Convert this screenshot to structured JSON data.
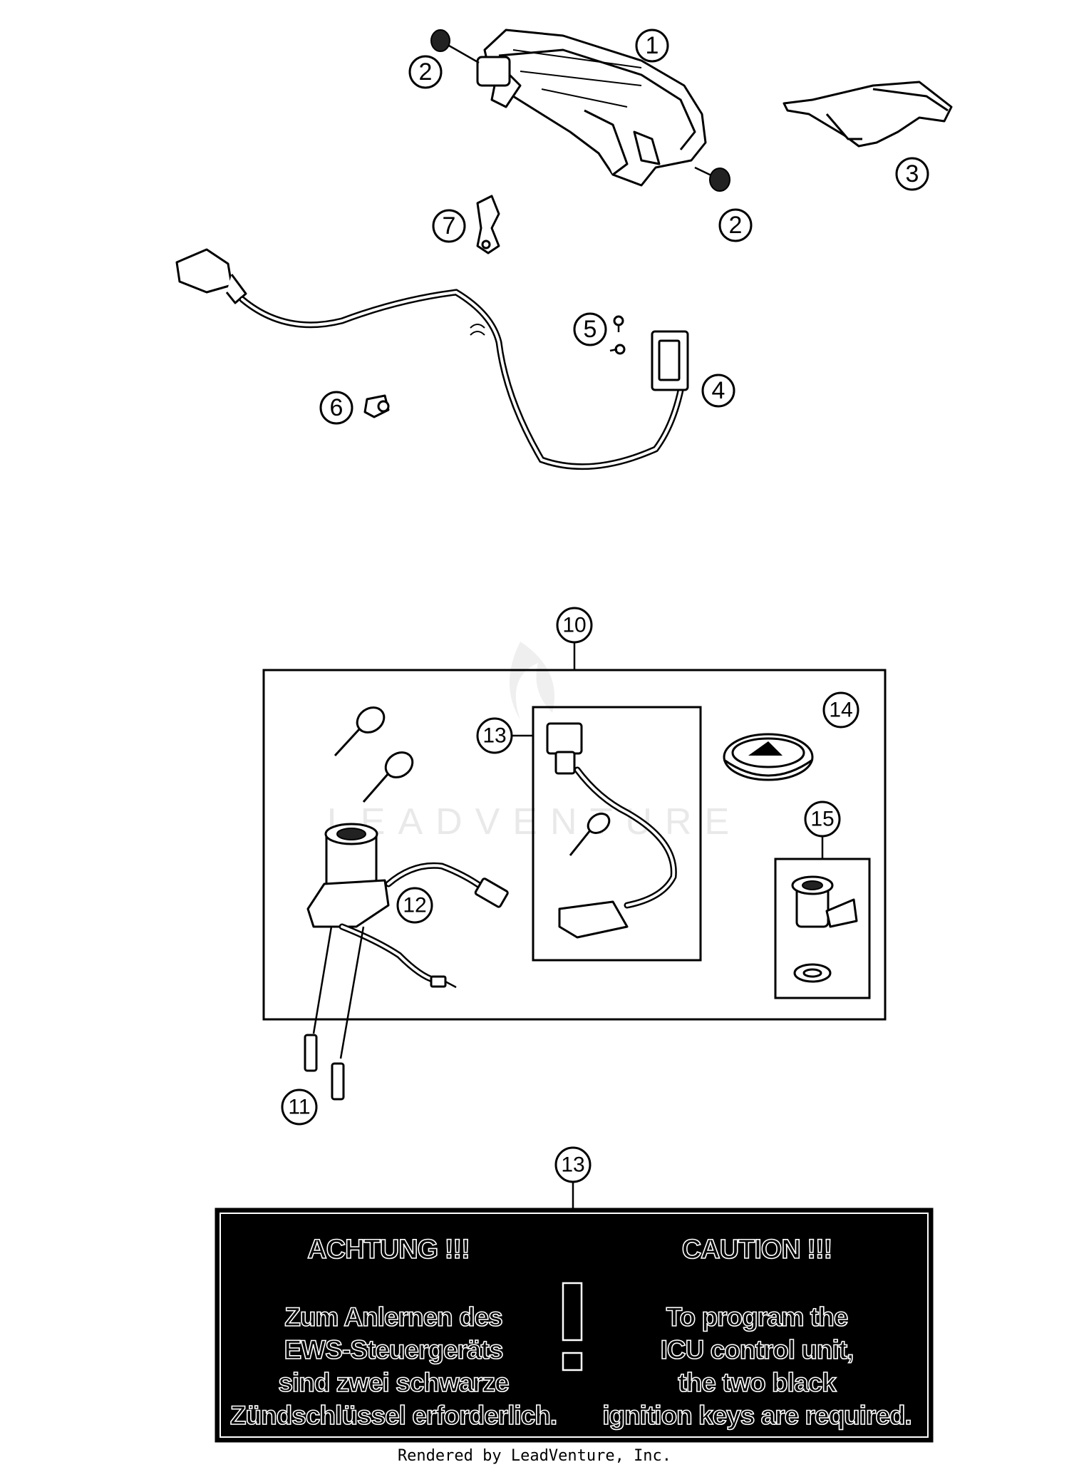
{
  "callouts": [
    {
      "id": "c1",
      "label": "1"
    },
    {
      "id": "c2a",
      "label": "2"
    },
    {
      "id": "c2b",
      "label": "2"
    },
    {
      "id": "c3",
      "label": "3"
    },
    {
      "id": "c4",
      "label": "4"
    },
    {
      "id": "c5",
      "label": "5"
    },
    {
      "id": "c6",
      "label": "6"
    },
    {
      "id": "c7",
      "label": "7"
    },
    {
      "id": "c10",
      "label": "10"
    },
    {
      "id": "c11",
      "label": "11"
    },
    {
      "id": "c12",
      "label": "12"
    },
    {
      "id": "c13a",
      "label": "13"
    },
    {
      "id": "c13b",
      "label": "13"
    },
    {
      "id": "c14",
      "label": "14"
    },
    {
      "id": "c15",
      "label": "15"
    }
  ],
  "warning_label": {
    "de_title": "ACHTUNG !!!",
    "de_lines": [
      "Zum Anlernen des",
      "EWS-Steuergeräts",
      "sind zwei schwarze",
      "Zündschlüssel erforderlich."
    ],
    "en_title": "CAUTION !!!",
    "en_lines": [
      "To program the",
      "ICU control unit,",
      "the two black",
      "ignition keys are required."
    ]
  },
  "watermark": "LEADVENTURE",
  "footer": "Rendered by LeadVenture, Inc."
}
